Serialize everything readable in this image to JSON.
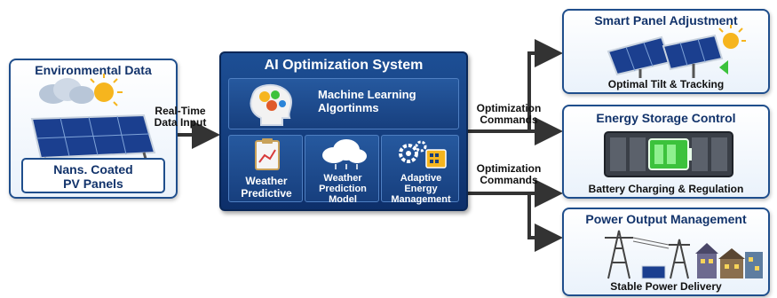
{
  "environmental": {
    "title": "Environmental Data",
    "panel_label_line1": "Nans. Coated",
    "panel_label_line2": "PV Panels"
  },
  "input_arrow": {
    "line1": "Real-Time",
    "line2": "Data Input"
  },
  "ai_system": {
    "title": "AI Optimization System",
    "ml_line1": "Machine Learning",
    "ml_line2": "Algortinms",
    "modules": [
      {
        "line1": "Weather",
        "line2": "Predictive",
        "line3": ""
      },
      {
        "line1": "Weather",
        "line2": "Prediction",
        "line3": "Model"
      },
      {
        "line1": "Adaptive",
        "line2": "Energy",
        "line3": "Management"
      }
    ]
  },
  "commands": [
    {
      "line1": "Optimization",
      "line2": "Commands"
    },
    {
      "line1": "Optimization",
      "line2": "Commands"
    }
  ],
  "outputs": [
    {
      "title": "Smart Panel Adjustment",
      "caption": "Optimal Tilt & Tracking",
      "icon": "solar-tracker-icon"
    },
    {
      "title": "Energy Storage Control",
      "caption": "Battery Charging & Regulation",
      "icon": "battery-rack-icon"
    },
    {
      "title": "Power Output Management",
      "caption": "Stable Power Delivery",
      "icon": "power-grid-icon"
    }
  ],
  "colors": {
    "navy": "#12336b",
    "ai_blue": "#1d4f95",
    "arrow": "#333333",
    "battery_green": "#3cc23c",
    "sun": "#f6b51e"
  }
}
